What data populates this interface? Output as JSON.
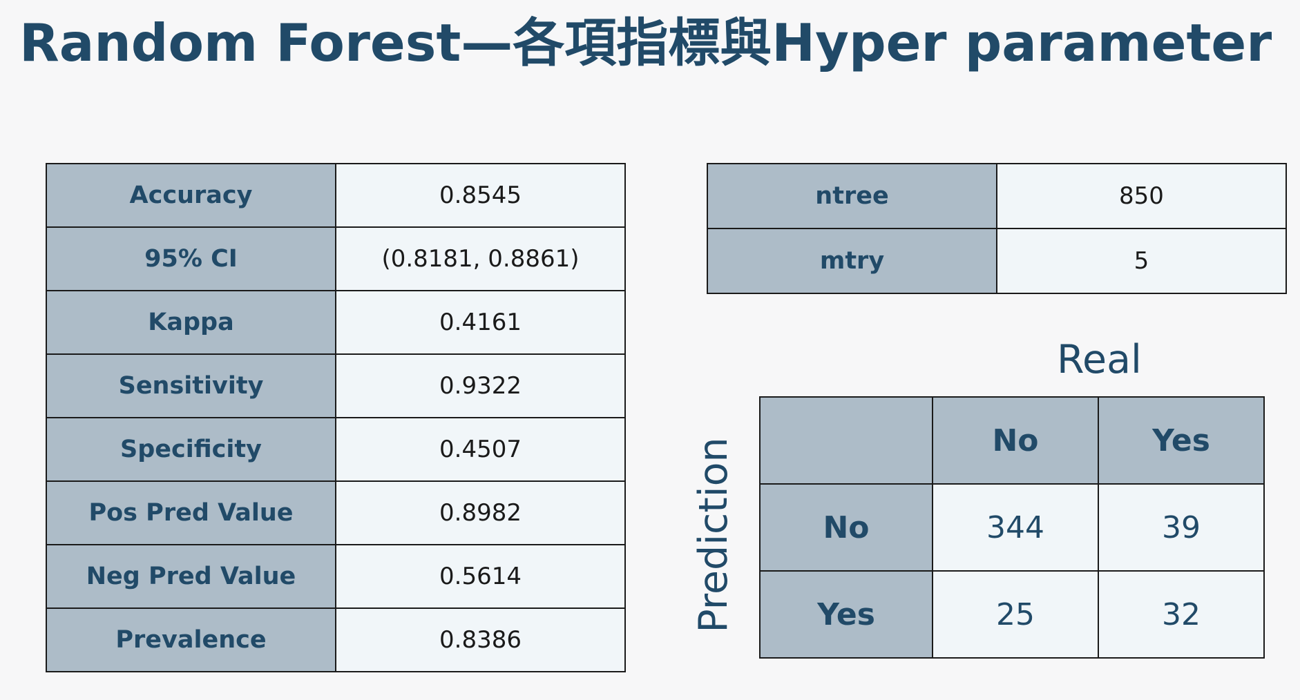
{
  "title": "Random Forest—各項指標與Hyper parameter",
  "metrics": [
    {
      "label": "Accuracy",
      "value": "0.8545"
    },
    {
      "label": "95% CI",
      "value": "(0.8181, 0.8861)"
    },
    {
      "label": "Kappa",
      "value": "0.4161"
    },
    {
      "label": "Sensitivity",
      "value": "0.9322"
    },
    {
      "label": "Specificity",
      "value": "0.4507"
    },
    {
      "label": "Pos Pred Value",
      "value": "0.8982"
    },
    {
      "label": "Neg Pred Value",
      "value": "0.5614"
    },
    {
      "label": "Prevalence",
      "value": "0.8386"
    }
  ],
  "hyperparameters": [
    {
      "label": "ntree",
      "value": "850"
    },
    {
      "label": "mtry",
      "value": "5"
    }
  ],
  "confusion_matrix": {
    "column_axis_label": "Real",
    "row_axis_label": "Prediction",
    "columns": [
      "No",
      "Yes"
    ],
    "rows": [
      {
        "label": "No",
        "values": [
          "344",
          "39"
        ]
      },
      {
        "label": "Yes",
        "values": [
          "25",
          "32"
        ]
      }
    ]
  },
  "colors": {
    "title_text": "#214a68",
    "label_cell_bg": "#adbcc8",
    "value_cell_bg": "#f1f6f9",
    "page_bg": "#f7f7f8",
    "border": "#1a1a1a"
  }
}
